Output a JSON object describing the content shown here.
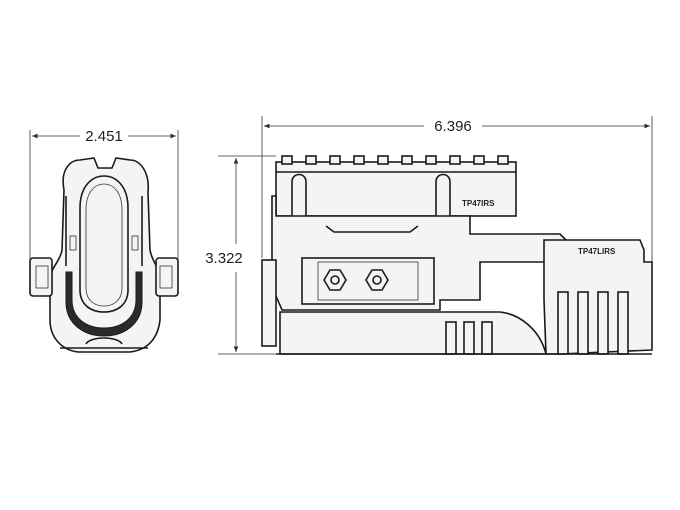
{
  "dimensions": {
    "width_front": "2.451",
    "length_side": "6.396",
    "height_side": "3.322"
  },
  "labels": {
    "rail_model": "TP47IRS",
    "body_model": "TP47LIRS"
  },
  "colors": {
    "line": "#1a1a1a",
    "background": "#ffffff"
  }
}
